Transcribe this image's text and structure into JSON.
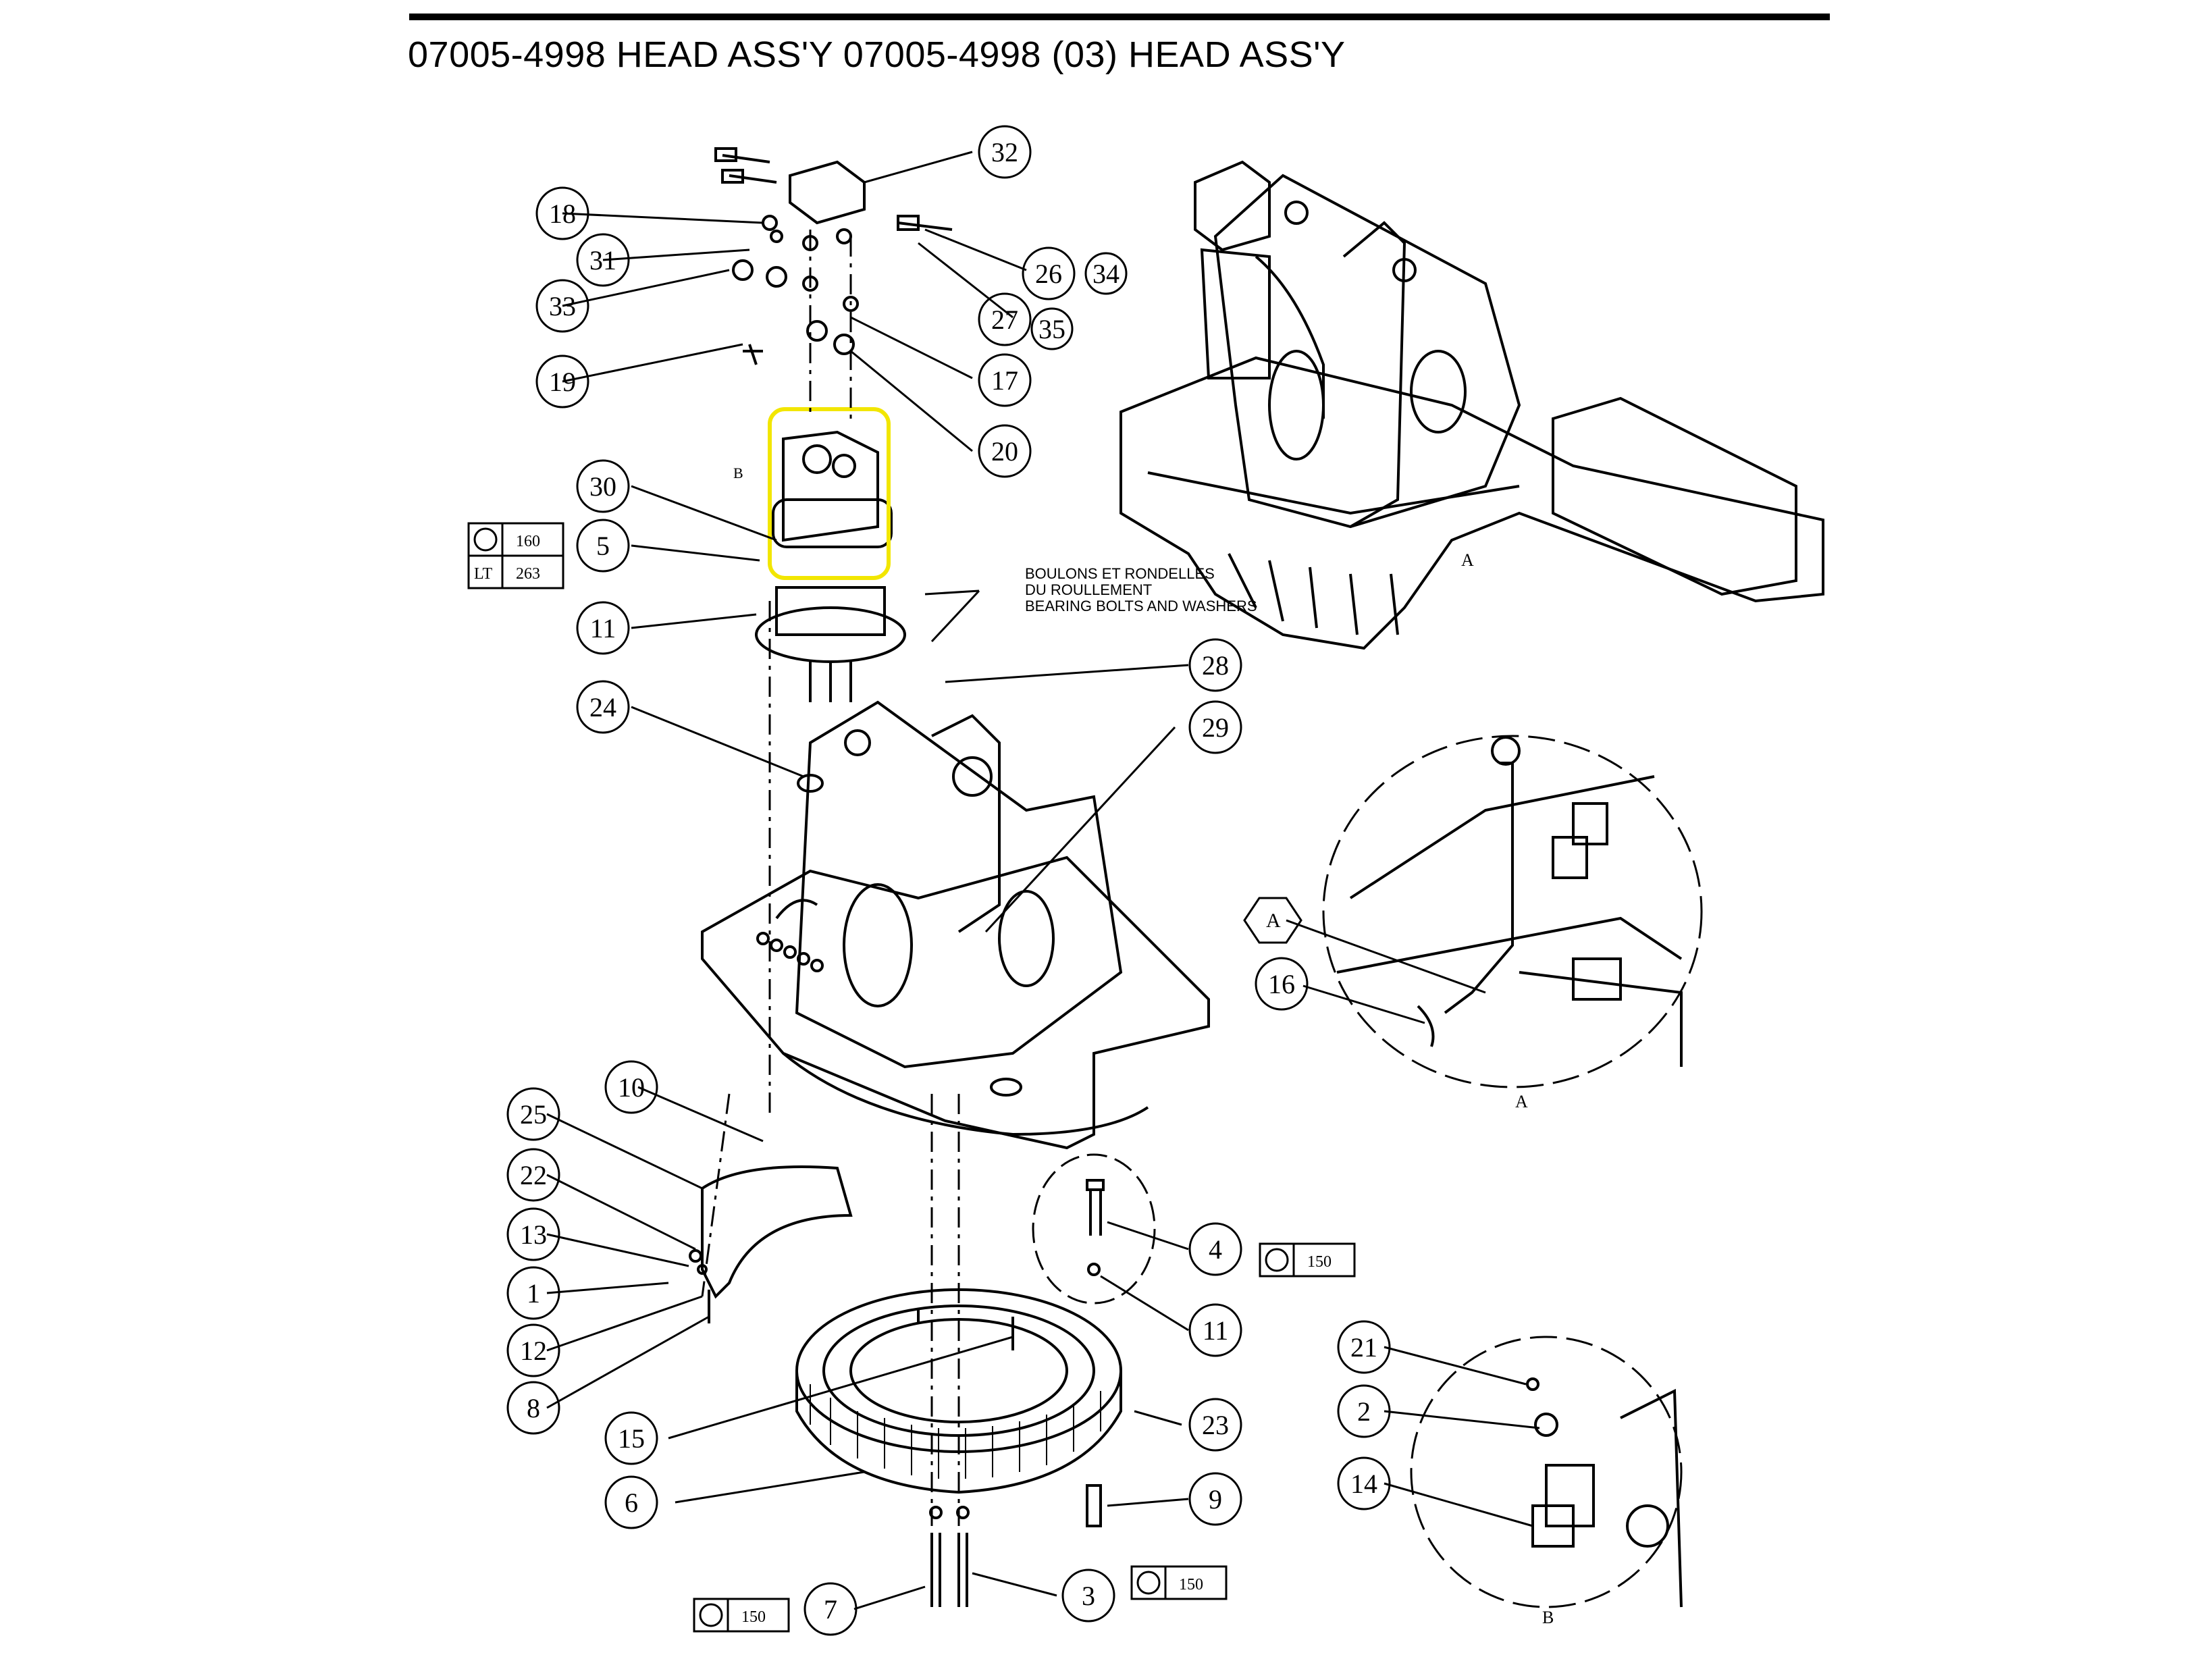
{
  "title": "07005-4998 HEAD ASS'Y  07005-4998 (03) HEAD ASS'Y",
  "note": {
    "line1": "BOULONS ET RONDELLES",
    "line2": "DU ROULLEMENT",
    "line3": "BEARING BOLTS AND WASHERS"
  },
  "callouts": {
    "c32": "32",
    "c18": "18",
    "c31": "31",
    "c33": "33",
    "c26": "26",
    "c34": "34",
    "c27": "27",
    "c35": "35",
    "c17": "17",
    "c19": "19",
    "c20": "20",
    "c30": "30",
    "c5": "5",
    "c11a": "11",
    "c24": "24",
    "c28": "28",
    "c29": "29",
    "c16": "16",
    "c10": "10",
    "c25": "25",
    "c22": "22",
    "c13": "13",
    "c1": "1",
    "c12": "12",
    "c8": "8",
    "c4": "4",
    "c11b": "11",
    "c15": "15",
    "c23": "23",
    "c6": "6",
    "c9": "9",
    "c7": "7",
    "c3": "3",
    "c21": "21",
    "c2": "2",
    "c14": "14"
  },
  "torque_boxes": {
    "t160": "160",
    "lt_label": "LT",
    "lt_value": "263",
    "t150a": "150",
    "t150b": "150",
    "t150c": "150"
  },
  "detail_labels": {
    "hex_a": "A",
    "view_a": "A",
    "view_b": "B",
    "marker_b": "B",
    "marker_a": "A"
  },
  "colors": {
    "line": "#000000",
    "highlight": "#f2e600"
  }
}
